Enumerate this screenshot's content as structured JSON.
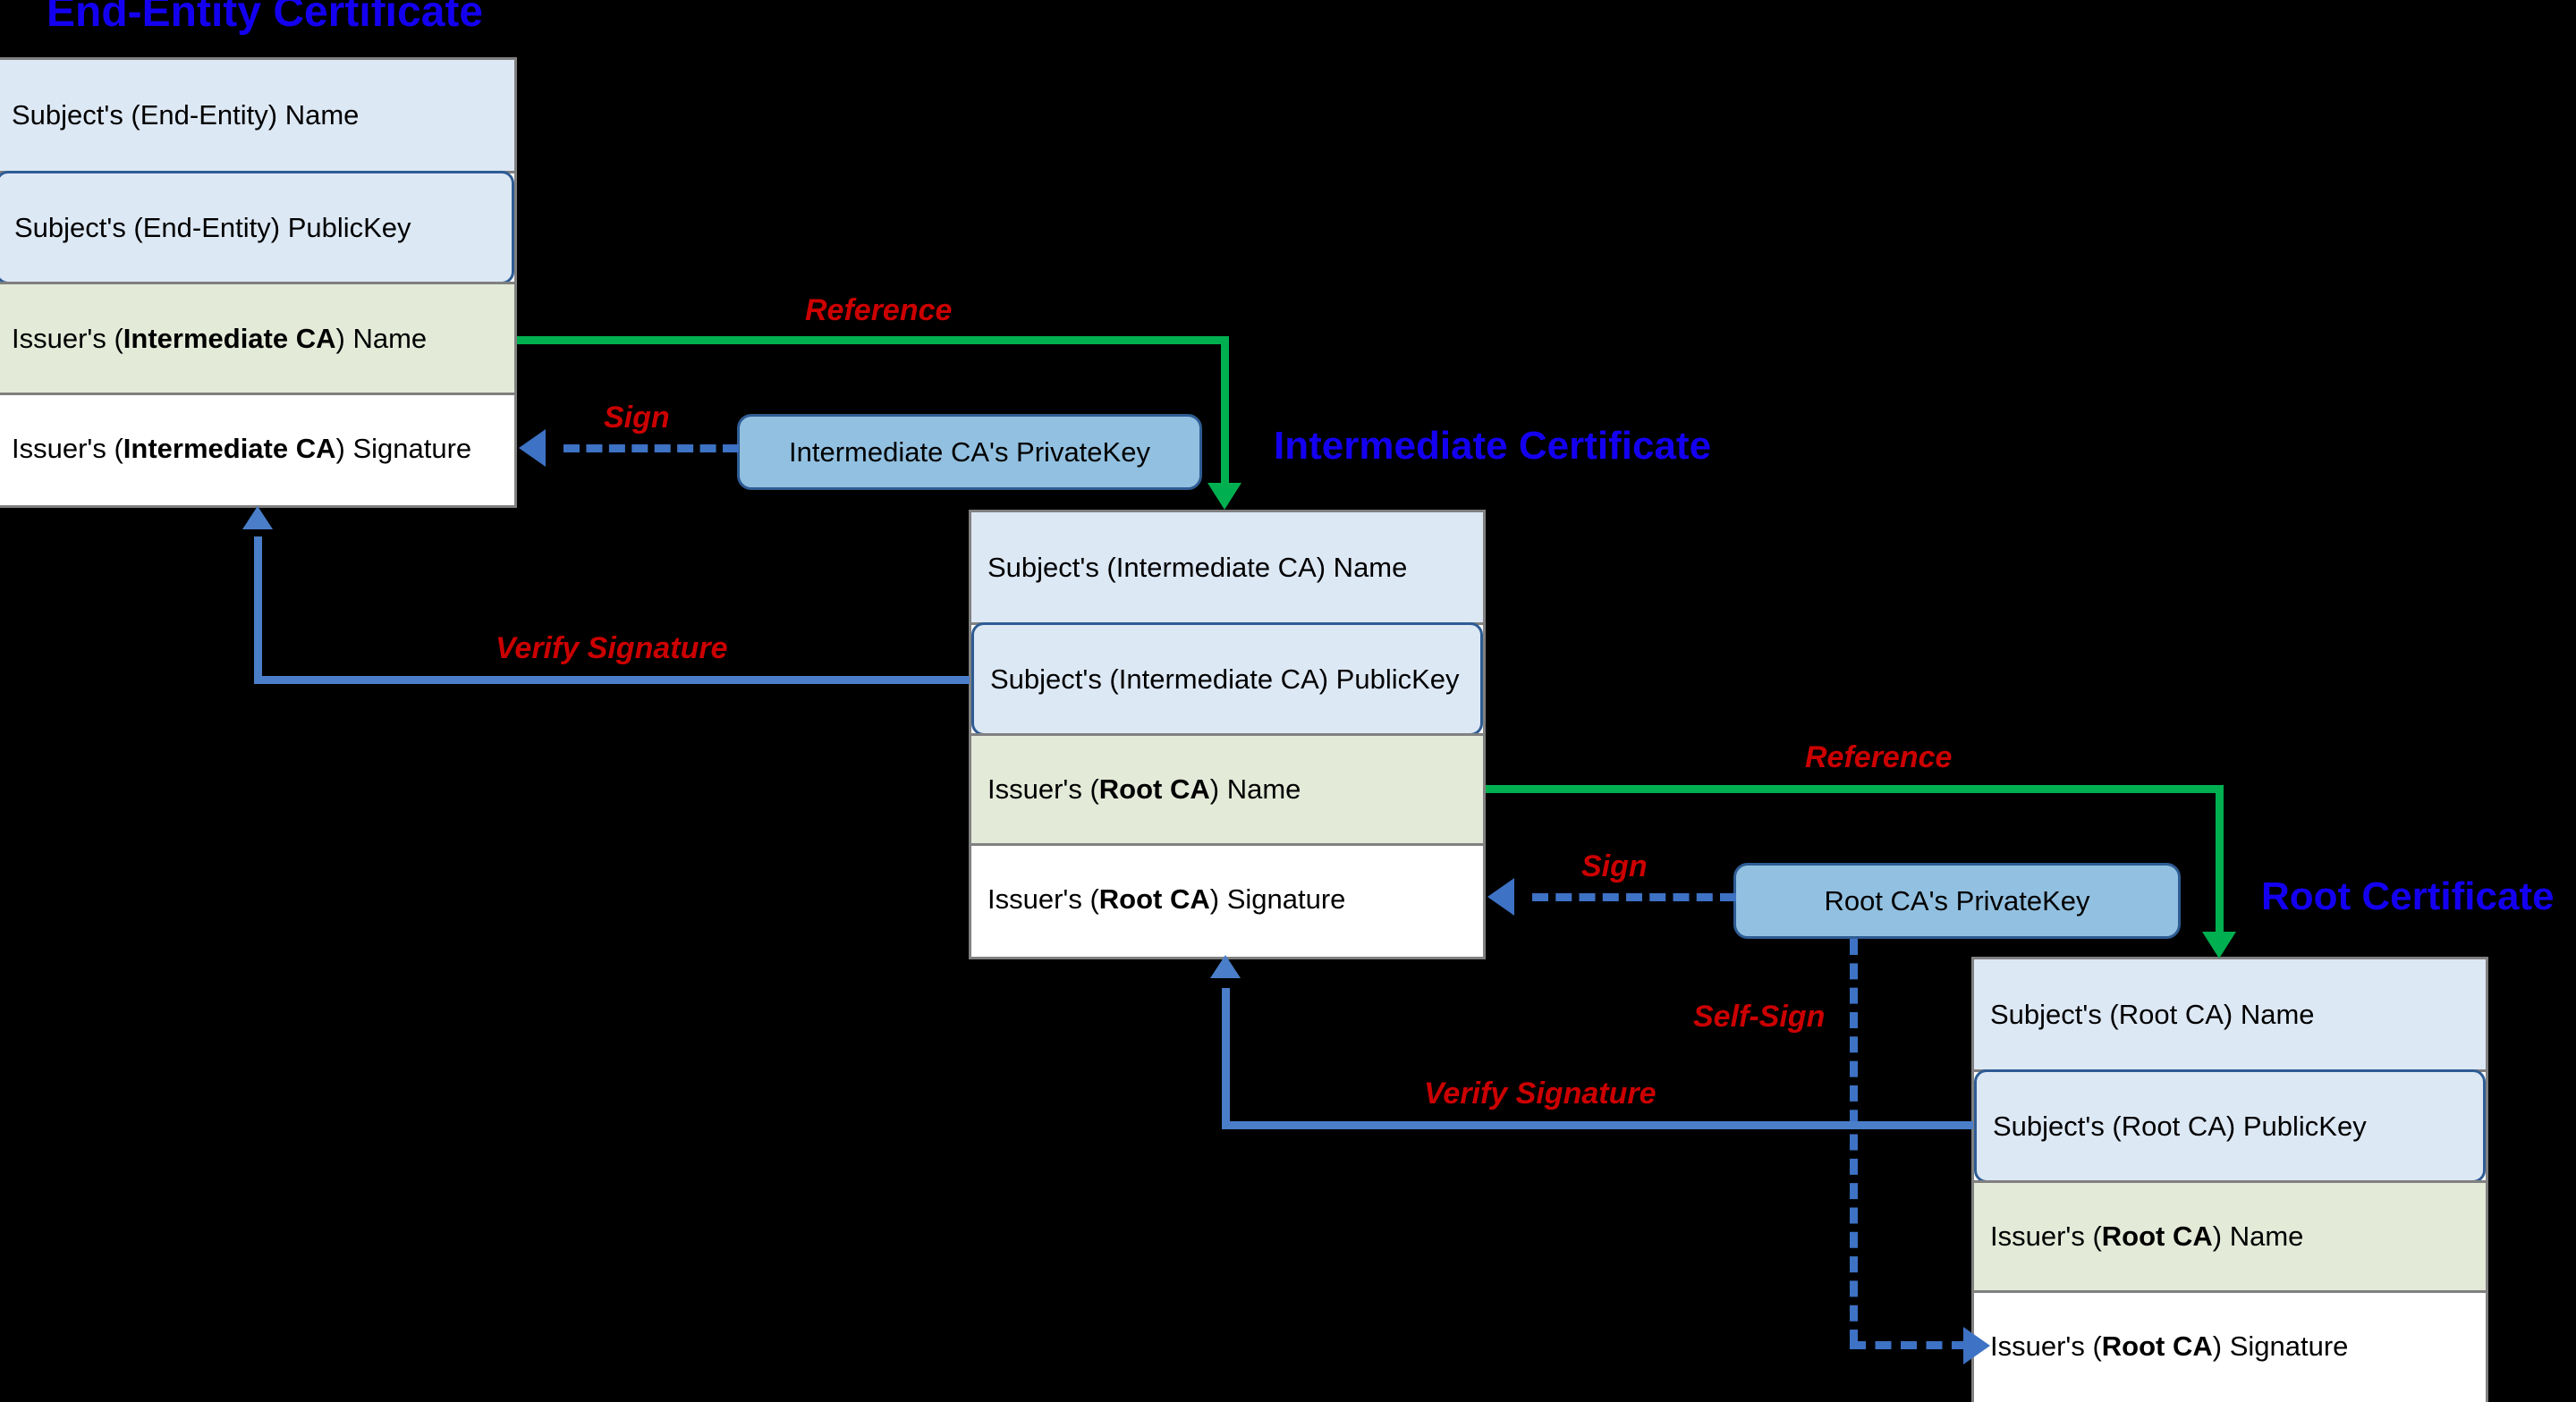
{
  "diagram": {
    "title_end_entity": "End-Entity Certificate",
    "title_intermediate": "Intermediate Certificate",
    "title_root": "Root Certificate",
    "colors": {
      "background": "#000000",
      "heading": "#1400f0",
      "label": "#cc0000",
      "reference_line": "#00b050",
      "verify_line": "#4a7ec8",
      "sign_line": "#3d72c4",
      "row_name_fill": "#dde8f5",
      "row_issuer_fill": "#e3ead8",
      "row_signature_fill": "#ffffff",
      "privatekey_fill": "#92c0e0",
      "privatekey_border": "#2e5c94",
      "cert_border": "#808080"
    }
  },
  "certificates": [
    {
      "id": "end-entity",
      "title": "End-Entity Certificate",
      "rows": [
        {
          "kind": "subject-name",
          "text": "Subject's (End-Entity) Name"
        },
        {
          "kind": "subject-publickey",
          "text": "Subject's (End-Entity) PublicKey"
        },
        {
          "kind": "issuer-name",
          "prefix": "Issuer's (",
          "bold": "Intermediate CA",
          "suffix": ") Name"
        },
        {
          "kind": "issuer-signature",
          "prefix": "Issuer's (",
          "bold": "Intermediate CA",
          "suffix": ") Signature"
        }
      ]
    },
    {
      "id": "intermediate",
      "title": "Intermediate Certificate",
      "rows": [
        {
          "kind": "subject-name",
          "text": "Subject's (Intermediate CA) Name"
        },
        {
          "kind": "subject-publickey",
          "text": "Subject's (Intermediate CA) PublicKey"
        },
        {
          "kind": "issuer-name",
          "prefix": "Issuer's (",
          "bold": "Root CA",
          "suffix": ") Name"
        },
        {
          "kind": "issuer-signature",
          "prefix": "Issuer's (",
          "bold": "Root CA",
          "suffix": ") Signature"
        }
      ]
    },
    {
      "id": "root",
      "title": "Root Certificate",
      "rows": [
        {
          "kind": "subject-name",
          "text": "Subject's (Root CA) Name"
        },
        {
          "kind": "subject-publickey",
          "text": "Subject's (Root CA) PublicKey"
        },
        {
          "kind": "issuer-name",
          "prefix": "Issuer's (",
          "bold": "Root CA",
          "suffix": ") Name"
        },
        {
          "kind": "issuer-signature",
          "prefix": "Issuer's (",
          "bold": "Root CA",
          "suffix": ") Signature"
        }
      ]
    }
  ],
  "private_keys": [
    {
      "id": "intermediate-ca-key",
      "label": "Intermediate CA's PrivateKey"
    },
    {
      "id": "root-ca-key",
      "label": "Root CA's PrivateKey"
    }
  ],
  "edge_labels": {
    "reference_upper": "Reference",
    "reference_lower": "Reference",
    "sign_upper": "Sign",
    "sign_lower": "Sign",
    "self_sign": "Self-Sign",
    "verify_upper": "Verify Signature",
    "verify_lower": "Verify Signature"
  }
}
